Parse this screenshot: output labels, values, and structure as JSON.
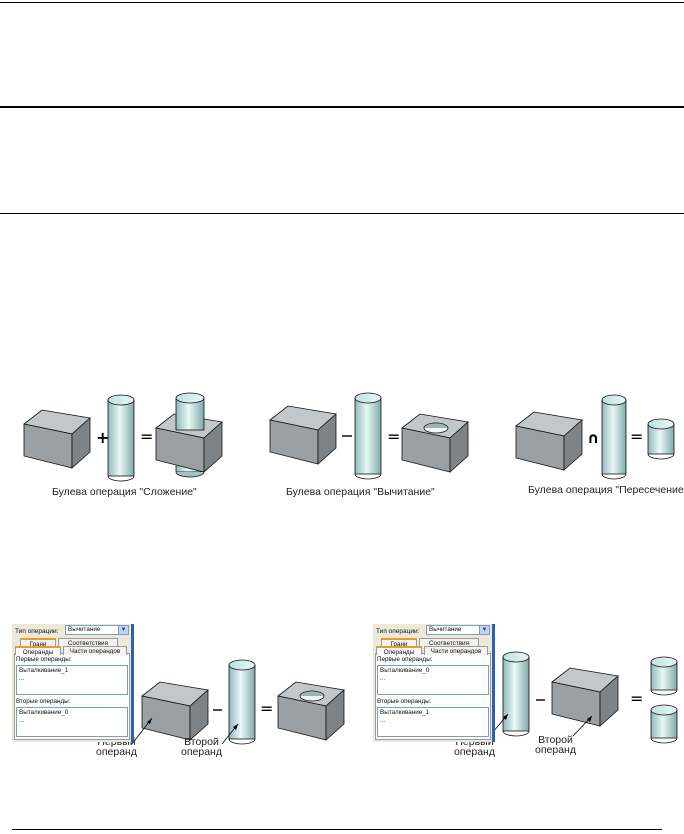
{
  "figure1": {
    "captions": [
      "Булева операция \"Сложение\"",
      "Булева операция \"Вычитание\"",
      "Булева операция \"Пересечение\""
    ]
  },
  "figure2": {
    "left_panel": {
      "op_type_label": "Тип операции:",
      "op_type_value": "Вычитание",
      "tab_faces": "Грани",
      "tab_matches": "Соответствия",
      "tab_operands": "Операнды",
      "tab_operand_parts": "Части операндов",
      "first_operands_label": "Первые операнды:",
      "first_operands_items": [
        "Выталкивание_1",
        "..."
      ],
      "second_operands_label": "Вторые операнды:",
      "second_operands_items": [
        "Выталкивание_0",
        "..."
      ]
    },
    "right_panel": {
      "op_type_label": "Тип операции:",
      "op_type_value": "Вычитание",
      "tab_faces": "Грани",
      "tab_matches": "Соответствия",
      "tab_operands": "Операнды",
      "tab_operand_parts": "Части операндов",
      "first_operands_label": "Первые операнды:",
      "first_operands_items": [
        "Выталкивание_0",
        "..."
      ],
      "second_operands_label": "Вторые операнды:",
      "second_operands_items": [
        "Выталкивание_1",
        "..."
      ]
    },
    "labels": {
      "first_l1": "Первый",
      "first_l2": "операнд",
      "second_l1": "Второй",
      "second_l2": "операнд"
    }
  },
  "colors": {
    "shape_fill": "#9aa0a4",
    "shape_top": "#c3c8cb",
    "cylinder_light": "#e4f6f6",
    "cylinder_dark": "#8fb9ba",
    "panel_border": "#2d5fb3"
  }
}
